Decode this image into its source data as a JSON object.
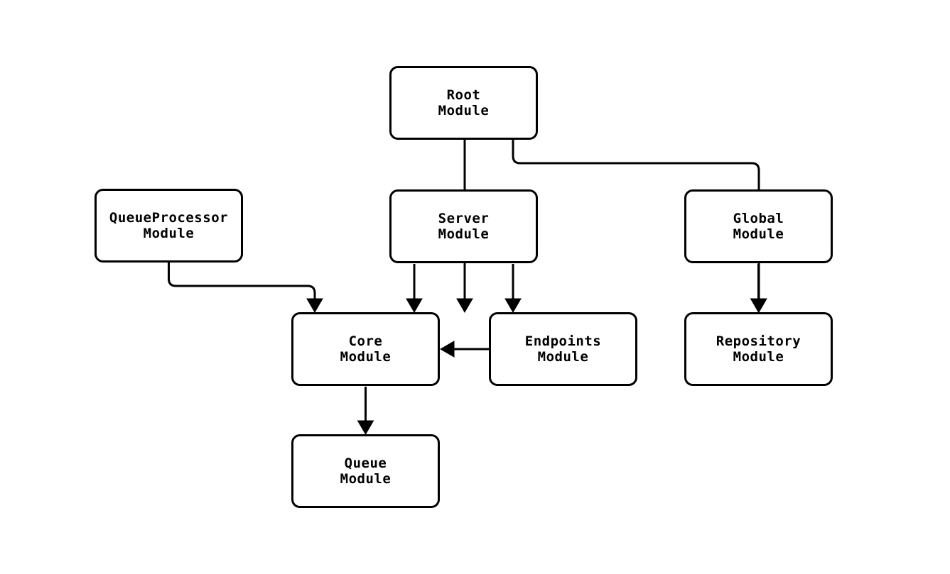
{
  "diagram": {
    "type": "flowchart",
    "background_color": "#ffffff",
    "node_fill_color": "#ffffff",
    "stroke_color": "#000000",
    "nodes": [
      {
        "id": "root",
        "label": "Root\nModule"
      },
      {
        "id": "server",
        "label": "Server\nModule"
      },
      {
        "id": "global",
        "label": "Global\nModule"
      },
      {
        "id": "queueprocessor",
        "label": "QueueProcessor\nModule"
      },
      {
        "id": "core",
        "label": "Core\nModule"
      },
      {
        "id": "endpoints",
        "label": "Endpoints\nModule"
      },
      {
        "id": "repository",
        "label": "Repository\nModule"
      },
      {
        "id": "queue",
        "label": "Queue\nModule"
      }
    ],
    "edges": [
      {
        "from": "root",
        "to": "server"
      },
      {
        "from": "root",
        "to": "global"
      },
      {
        "from": "queueprocessor",
        "to": "core"
      },
      {
        "from": "server",
        "to": "core"
      },
      {
        "from": "server",
        "to": "endpoints"
      },
      {
        "from": "endpoints",
        "to": "core"
      },
      {
        "from": "global",
        "to": "repository"
      },
      {
        "from": "core",
        "to": "queue"
      }
    ]
  }
}
